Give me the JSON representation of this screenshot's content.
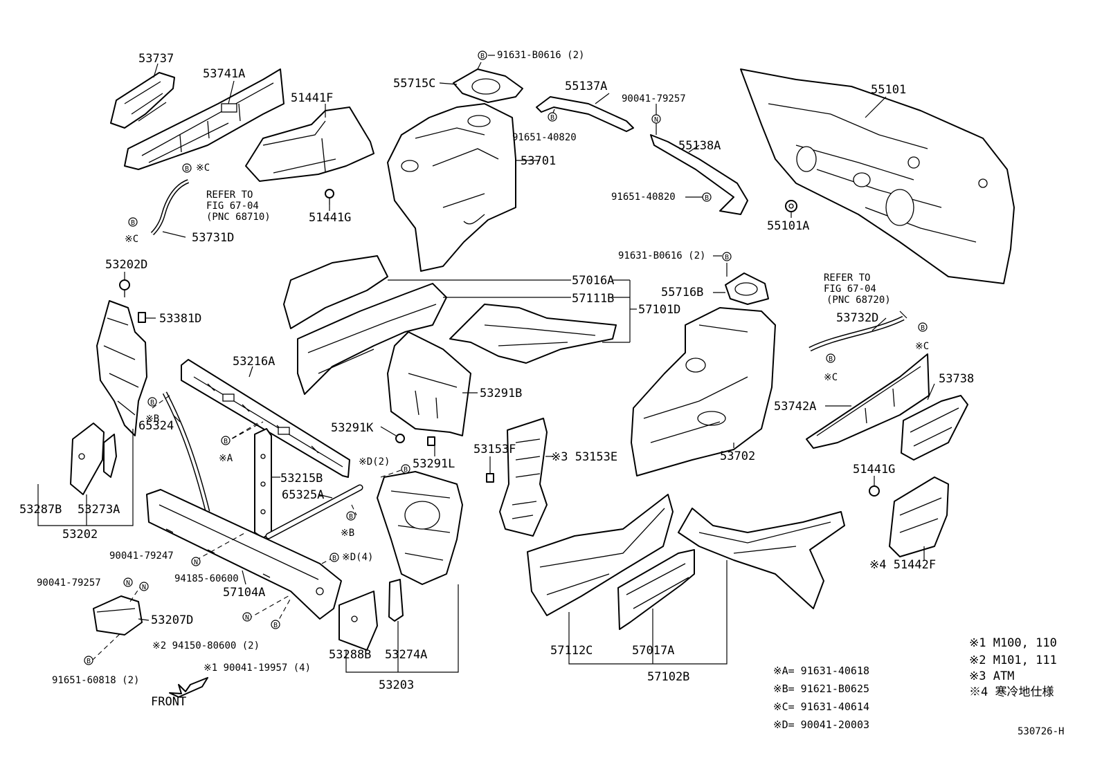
{
  "parts": {
    "p53737": "53737",
    "p53741A": "53741A",
    "p51441F": "51441F",
    "p51441G_top": "51441G",
    "p53731D": "53731D",
    "refer_1_line1": "REFER TO",
    "refer_1_line2": "FIG 67-04",
    "refer_1_line3": "(PNC 68710)",
    "p91631_B0616_top": "91631-B0616 (2)",
    "p55715C": "55715C",
    "p55137A": "55137A",
    "p90041_79257_top": "90041-79257",
    "p91651_40820_a": "91651-40820",
    "p53701": "53701",
    "p55138A": "55138A",
    "p91651_40820_b": "91651-40820",
    "p55101": "55101",
    "p55101A": "55101A",
    "p53202D": "53202D",
    "p53381D": "53381D",
    "p57016A": "57016A",
    "p57111B": "57111B",
    "p57101D": "57101D",
    "p91631_B0616_mid": "91631-B0616 (2)",
    "p55716B": "55716B",
    "refer_2_line1": "REFER TO",
    "refer_2_line2": "FIG 67-04",
    "refer_2_line3": "(PNC 68720)",
    "p53732D": "53732D",
    "p53216A": "53216A",
    "p53291B": "53291B",
    "p53291K": "53291K",
    "p53291L": "53291L",
    "p53153F": "53153F",
    "p53153E": "※3 53153E",
    "p53702": "53702",
    "p53738": "53738",
    "p53742A": "53742A",
    "p65324": "65324",
    "p53215B": "53215B",
    "p65325A": "65325A",
    "p51441G_right": "51441G",
    "p51442F": "※4 51442F",
    "p53287B": "53287B",
    "p53273A": "53273A",
    "p53202": "53202",
    "p90041_79247": "90041-79247",
    "p94185_60600": "94185-60600",
    "p57104A": "57104A",
    "p90041_79257_left": "90041-79257",
    "p53207D": "53207D",
    "p94150_80600": "※2 94150-80600 (2)",
    "p90041_19957": "※1 90041-19957 (4)",
    "p91651_60818": "91651-60818 (2)",
    "p53288B": "53288B",
    "p53274A": "53274A",
    "p53203": "53203",
    "p57112C": "57112C",
    "p57017A": "57017A",
    "p57102B": "57102B",
    "front": "FRONT",
    "doc_code": "530726-H"
  },
  "callouts": {
    "C": "※C",
    "B": "※B",
    "A": "※A",
    "D2": "※D(2)",
    "D4": "※D(4)"
  },
  "symbols": {
    "B": "B",
    "N": "N"
  },
  "legend_codes": [
    {
      "label": "※A= 91631-40618"
    },
    {
      "label": "※B= 91621-B0625"
    },
    {
      "label": "※C= 91631-40614"
    },
    {
      "label": "※D= 90041-20003"
    }
  ],
  "legend_notes": [
    {
      "label": "※1 M100, 110"
    },
    {
      "label": "※2 M101, 111"
    },
    {
      "label": "※3 ATM"
    },
    {
      "label": "※4 寒冷地仕様"
    }
  ]
}
